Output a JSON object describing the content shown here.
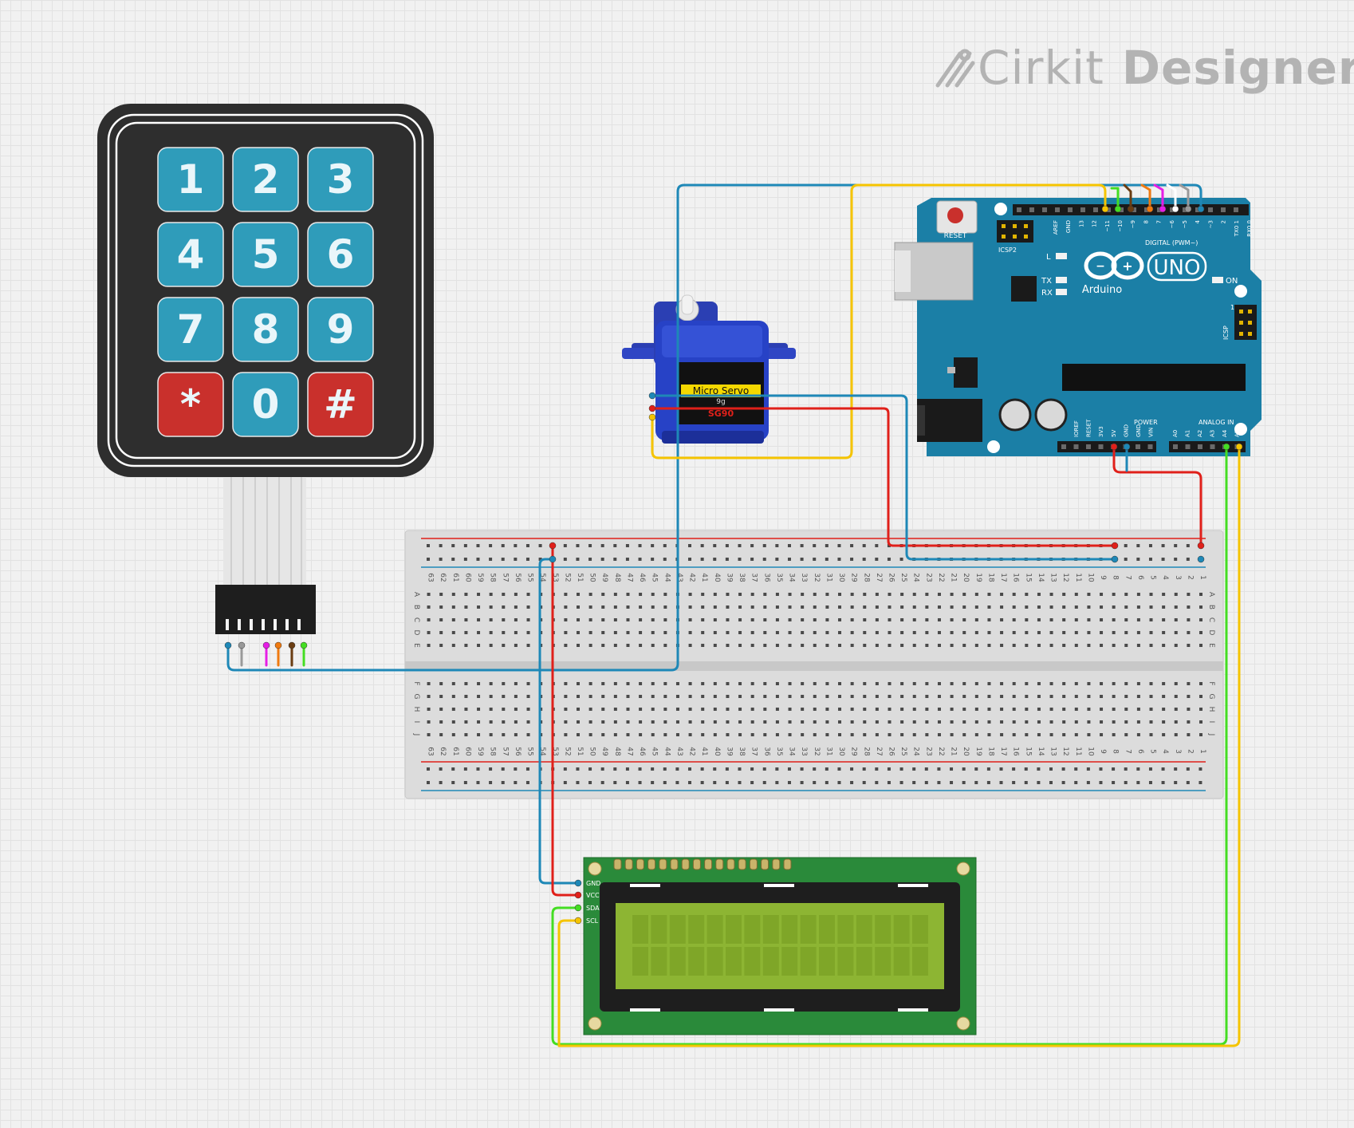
{
  "app": {
    "brand_light": "Cirkit",
    "brand_bold": "Designer"
  },
  "keypad": {
    "keys": [
      "1",
      "2",
      "3",
      "4",
      "5",
      "6",
      "7",
      "8",
      "9",
      "*",
      "0",
      "#"
    ],
    "colors": {
      "normal": "#2f9cba",
      "special": "#c9302c",
      "body": "#2e2e2e"
    }
  },
  "servo": {
    "label": "Micro Servo",
    "sub_label": "9g",
    "model": "SG90"
  },
  "arduino": {
    "board_name": "UNO",
    "brand": "Arduino",
    "reset_label": "RESET",
    "icsp2_label": "ICSP2",
    "icsp_label": "ICSP",
    "icsp_pin": "1",
    "l_label": "L",
    "tx_label": "TX",
    "rx_label": "RX",
    "on_label": "ON",
    "digital_label": "DIGITAL (PWM~)",
    "power_label": "POWER",
    "analog_label": "ANALOG IN",
    "top_pins": [
      "AREF",
      "GND",
      "13",
      "12",
      "~11",
      "~10",
      "~9",
      "8",
      "7",
      "~6",
      "~5",
      "4",
      "~3",
      "2",
      "TX0 1",
      "RX0 0"
    ],
    "power_pins": [
      "IOREF",
      "RESET",
      "3V3",
      "5V",
      "GND",
      "GND",
      "VIN"
    ],
    "analog_pins": [
      "A0",
      "A1",
      "A2",
      "A3",
      "A4",
      "A5"
    ],
    "color": "#1b7fa6"
  },
  "lcd": {
    "pins": [
      "GND",
      "VCC",
      "SDA",
      "SCL"
    ],
    "screen_color": "#8db533",
    "pcb_color": "#2a8a3a"
  },
  "breadboard": {
    "columns": 63,
    "rows_top": [
      "A",
      "B",
      "C",
      "D",
      "E"
    ],
    "rows_bottom": [
      "F",
      "G",
      "H",
      "I",
      "J"
    ]
  },
  "wire_colors": {
    "blue": "#1e88b7",
    "yellow": "#f5c400",
    "red": "#e0201a",
    "green": "#44dd22",
    "brown": "#6b3d12",
    "orange": "#f07a10",
    "magenta": "#e61ee6",
    "white": "#ffffff",
    "grey": "#999999"
  }
}
